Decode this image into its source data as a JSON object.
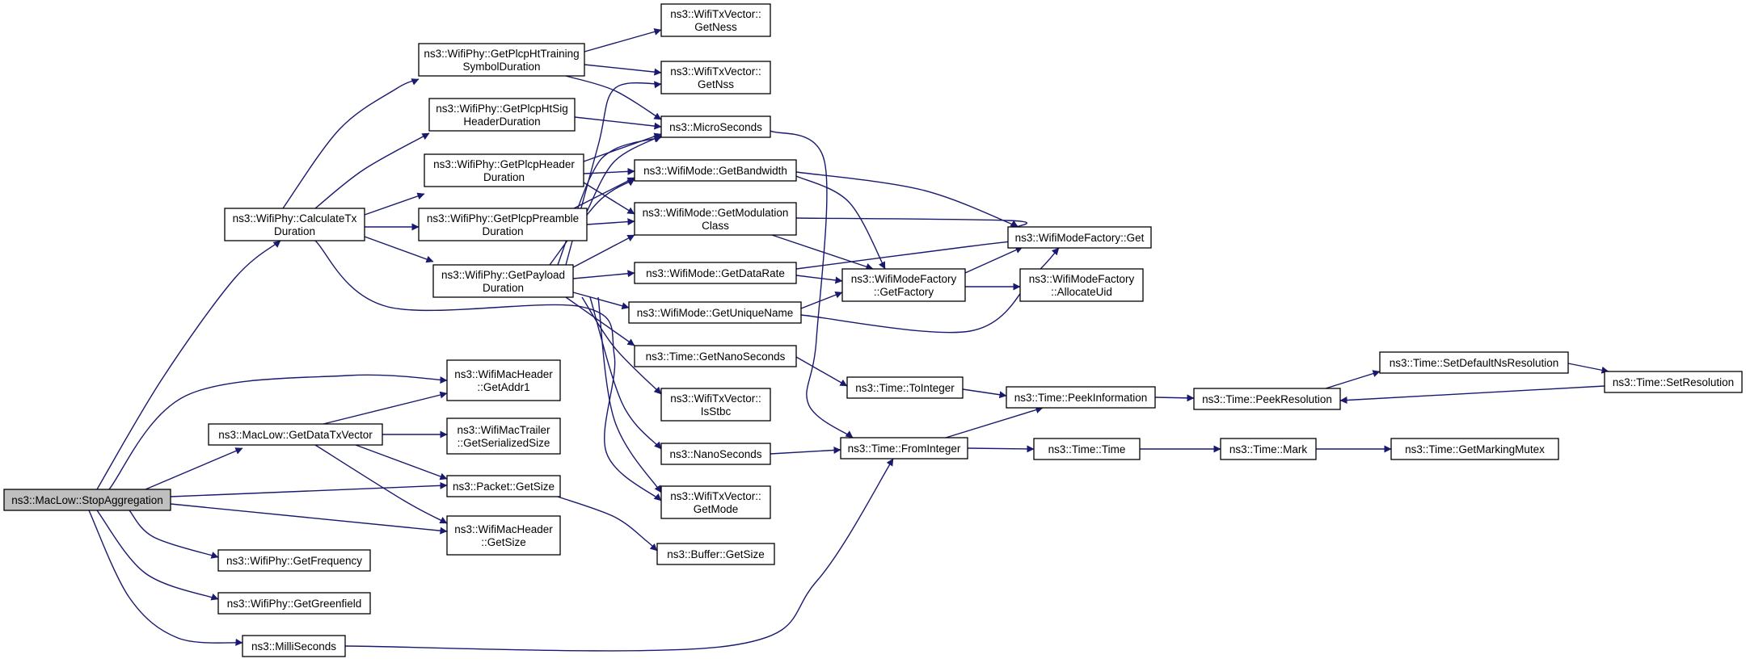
{
  "colors": {
    "edge": "#191970",
    "node_fill": "#ffffff",
    "root_fill": "#bfbfbf",
    "border": "#000000"
  },
  "nodes": {
    "stopAgg": [
      "ns3::MacLow::StopAggregation"
    ],
    "calcTx": [
      "ns3::WifiPhy::CalculateTx",
      "Duration"
    ],
    "htTrain": [
      "ns3::WifiPhy::GetPlcpHtTraining",
      "SymbolDuration"
    ],
    "htSig": [
      "ns3::WifiPhy::GetPlcpHtSig",
      "HeaderDuration"
    ],
    "plcpHdr": [
      "ns3::WifiPhy::GetPlcpHeader",
      "Duration"
    ],
    "plcpPre": [
      "ns3::WifiPhy::GetPlcpPreamble",
      "Duration"
    ],
    "payload": [
      "ns3::WifiPhy::GetPayload",
      "Duration"
    ],
    "getNess": [
      "ns3::WifiTxVector::",
      "GetNess"
    ],
    "getNss": [
      "ns3::WifiTxVector::",
      "GetNss"
    ],
    "micro": [
      "ns3::MicroSeconds"
    ],
    "bandwidth": [
      "ns3::WifiMode::GetBandwidth"
    ],
    "modClass": [
      "ns3::WifiMode::GetModulation",
      "Class"
    ],
    "dataRate": [
      "ns3::WifiMode::GetDataRate"
    ],
    "uniqueName": [
      "ns3::WifiMode::GetUniqueName"
    ],
    "factGet": [
      "ns3::WifiModeFactory::Get"
    ],
    "getFactory": [
      "ns3::WifiModeFactory",
      "::GetFactory"
    ],
    "allocUid": [
      "ns3::WifiModeFactory",
      "::AllocateUid"
    ],
    "getNano": [
      "ns3::Time::GetNanoSeconds"
    ],
    "isStbc": [
      "ns3::WifiTxVector::",
      "IsStbc"
    ],
    "nanoSec": [
      "ns3::NanoSeconds"
    ],
    "getMode": [
      "ns3::WifiTxVector::",
      "GetMode"
    ],
    "bufSize": [
      "ns3::Buffer::GetSize"
    ],
    "toInteger": [
      "ns3::Time::ToInteger"
    ],
    "peekInfo": [
      "ns3::Time::PeekInformation"
    ],
    "peekRes": [
      "ns3::Time::PeekResolution"
    ],
    "setDefNs": [
      "ns3::Time::SetDefaultNsResolution"
    ],
    "setRes": [
      "ns3::Time::SetResolution"
    ],
    "fromInt": [
      "ns3::Time::FromInteger"
    ],
    "timeTime": [
      "ns3::Time::Time"
    ],
    "timeMark": [
      "ns3::Time::Mark"
    ],
    "markMutex": [
      "ns3::Time::GetMarkingMutex"
    ],
    "addr1": [
      "ns3::WifiMacHeader",
      "::GetAddr1"
    ],
    "dataTxVec": [
      "ns3::MacLow::GetDataTxVector"
    ],
    "trailerSize": [
      "ns3::WifiMacTrailer",
      "::GetSerializedSize"
    ],
    "pktSize": [
      "ns3::Packet::GetSize"
    ],
    "hdrSize": [
      "ns3::WifiMacHeader",
      "::GetSize"
    ],
    "freq": [
      "ns3::WifiPhy::GetFrequency"
    ],
    "greenfield": [
      "ns3::WifiPhy::GetGreenfield"
    ],
    "milli": [
      "ns3::MilliSeconds"
    ]
  }
}
